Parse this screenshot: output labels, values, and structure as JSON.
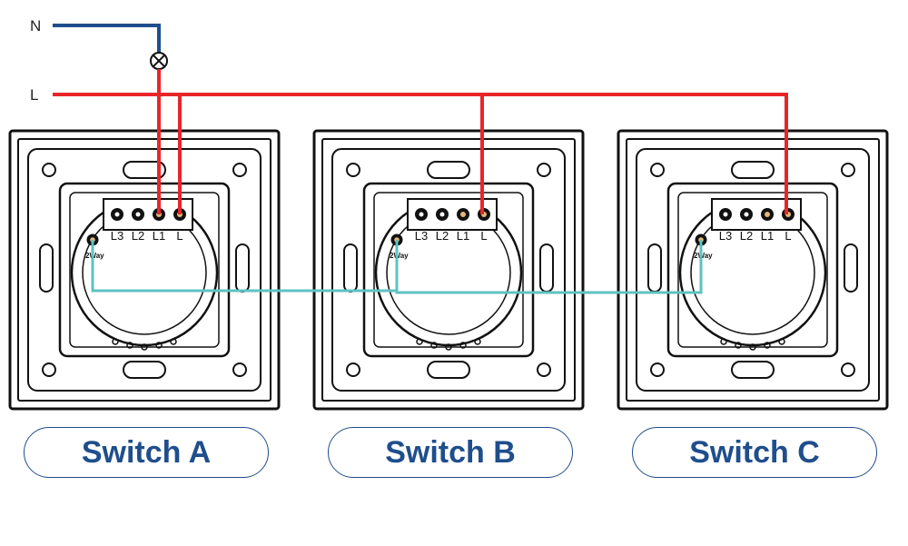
{
  "wires": {
    "neutral_label": "N",
    "live_label": "L",
    "neutral_color": "#1f4e8c",
    "live_color": "#e8262a",
    "traveler_color": "#5fc2c0"
  },
  "terminal_labels": [
    "L3",
    "L2",
    "L1",
    "L"
  ],
  "twoway_label": "2Way",
  "switches": [
    {
      "name": "Switch A"
    },
    {
      "name": "Switch B"
    },
    {
      "name": "Switch C"
    }
  ]
}
